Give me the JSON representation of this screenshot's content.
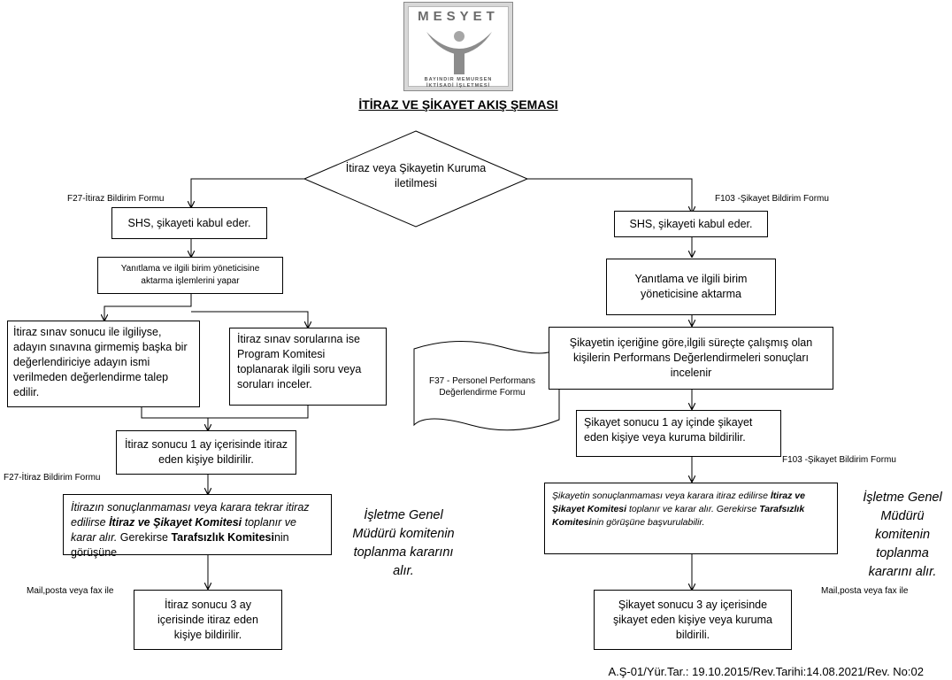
{
  "logo": {
    "word": "MESYET",
    "line1": "BAYINDIR MEMURSEN",
    "line2": "İKTİSADİ İŞLETMESİ"
  },
  "title": "İTİRAZ VE ŞİKAYET AKIŞ ŞEMASI",
  "decision": "İtiraz veya Şikayetin Kuruma iletilmesi",
  "left": {
    "form_label_1": "F27-İtiraz Bildirim Formu",
    "accept": "SHS, şikayeti kabul eder.",
    "forward": "Yanıtlama ve ilgili birim yöneticisine aktarma işlemlerini yapar",
    "exam_result": "İtiraz sınav sonucu ile ilgiliyse, adayın sınavına girmemiş başka bir değerlendiriciye adayın ismi verilmeden değerlendirme talep edilir.",
    "exam_questions": "İtiraz sınav sorularına ise Program Komitesi toplanarak ilgili soru veya soruları inceler.",
    "notify_1": "İtiraz sonucu 1 ay içerisinde itiraz eden kişiye bildirilir.",
    "form_label_2": "F27-İtiraz Bildirim Formu",
    "committee_a": "İtirazın sonuçlanmaması  veya karara tekrar itiraz edilirse ",
    "committee_b": "İtiraz ve Şikayet Komitesi",
    "committee_c": " toplanır ve karar alır.",
    "committee_d": " Gerekirse ",
    "committee_e": "Tarafsızlık Komitesi",
    "committee_f": "nin görüşüne",
    "note": "İşletme Genel Müdürü komitenin toplanma kararını alır.",
    "mail_label": "Mail,posta veya fax ile",
    "notify_3": "İtiraz sonucu 3 ay içerisinde itiraz eden kişiye bildirilir."
  },
  "right": {
    "form_label_1": "F103 -Şikayet Bildirim Formu",
    "accept": "SHS, şikayeti kabul eder.",
    "forward": "Yanıtlama ve ilgili birim yöneticisine aktarma",
    "performance": "Şikayetin içeriğine göre,ilgili süreçte çalışmış olan kişilerin Performans Değerlendirmeleri sonuçları incelenir",
    "doc_form": "F37 - Personel Performans Değerlendirme Formu",
    "notify_1": "Şikayet sonucu 1 ay içinde şikayet eden kişiye veya kuruma bildirilir.",
    "form_label_2": "F103 -Şikayet Bildirim Formu",
    "committee_a": "Şikayetin sonuçlanmaması veya karara itiraz edilirse ",
    "committee_b": "İtiraz ve Şikayet Komitesi",
    "committee_c": " toplanır ve karar alır. Gerekirse ",
    "committee_d": "Tarafsızlık Komitesi",
    "committee_e": "nin görüşüne başvurulabilir.",
    "note": "İşletme Genel Müdürü komitenin toplanma kararını alır.",
    "mail_label": "Mail,posta veya fax ile",
    "notify_3": "Şikayet sonucu 3 ay içerisinde şikayet eden kişiye veya kuruma bildirili."
  },
  "footer": "A.Ş-01/Yür.Tar.: 19.10.2015/Rev.Tarihi:14.08.2021/Rev. No:02"
}
